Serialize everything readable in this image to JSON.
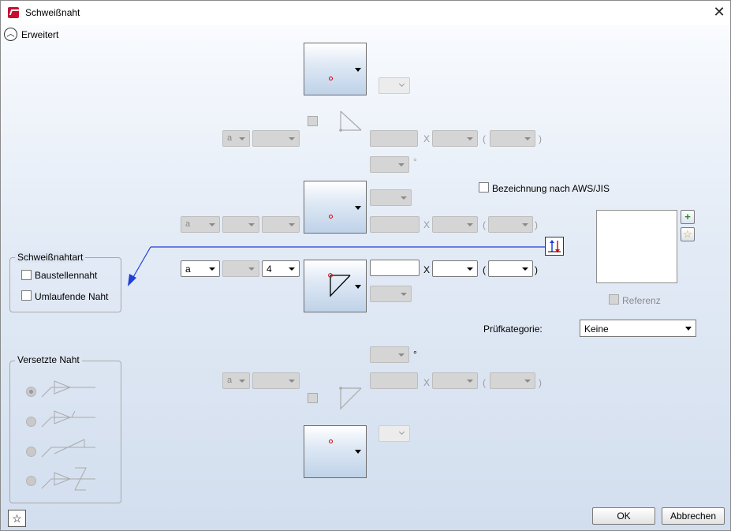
{
  "window": {
    "title": "Schweißnaht",
    "close_icon": "close-icon"
  },
  "expander": {
    "label": "Erweitert",
    "icon": "chevron-up-icon"
  },
  "checkbox_aws": {
    "label": "Bezeichnung nach AWS/JIS",
    "checked": false
  },
  "schweissnahtart": {
    "title": "Schweißnahtart",
    "items": [
      {
        "label": "Baustellennaht",
        "checked": false
      },
      {
        "label": "Umlaufende Naht",
        "checked": false
      }
    ]
  },
  "versetzte_naht": {
    "title": "Versetzte Naht",
    "selected_index": 0
  },
  "arrow_side": {
    "prefix_value": "a",
    "size_value": "4",
    "x_symbol": "X",
    "paren_open": "(",
    "paren_close": ")"
  },
  "disabled_row": {
    "prefix_value": "a",
    "x_symbol": "X",
    "paren_open": "(",
    "paren_close": ")",
    "degree": "°"
  },
  "referenz": {
    "label": "Referenz",
    "checked": false
  },
  "pruefkategorie": {
    "label": "Prüfkategorie:",
    "value": "Keine"
  },
  "buttons": {
    "ok": "OK",
    "cancel": "Abbrechen"
  }
}
